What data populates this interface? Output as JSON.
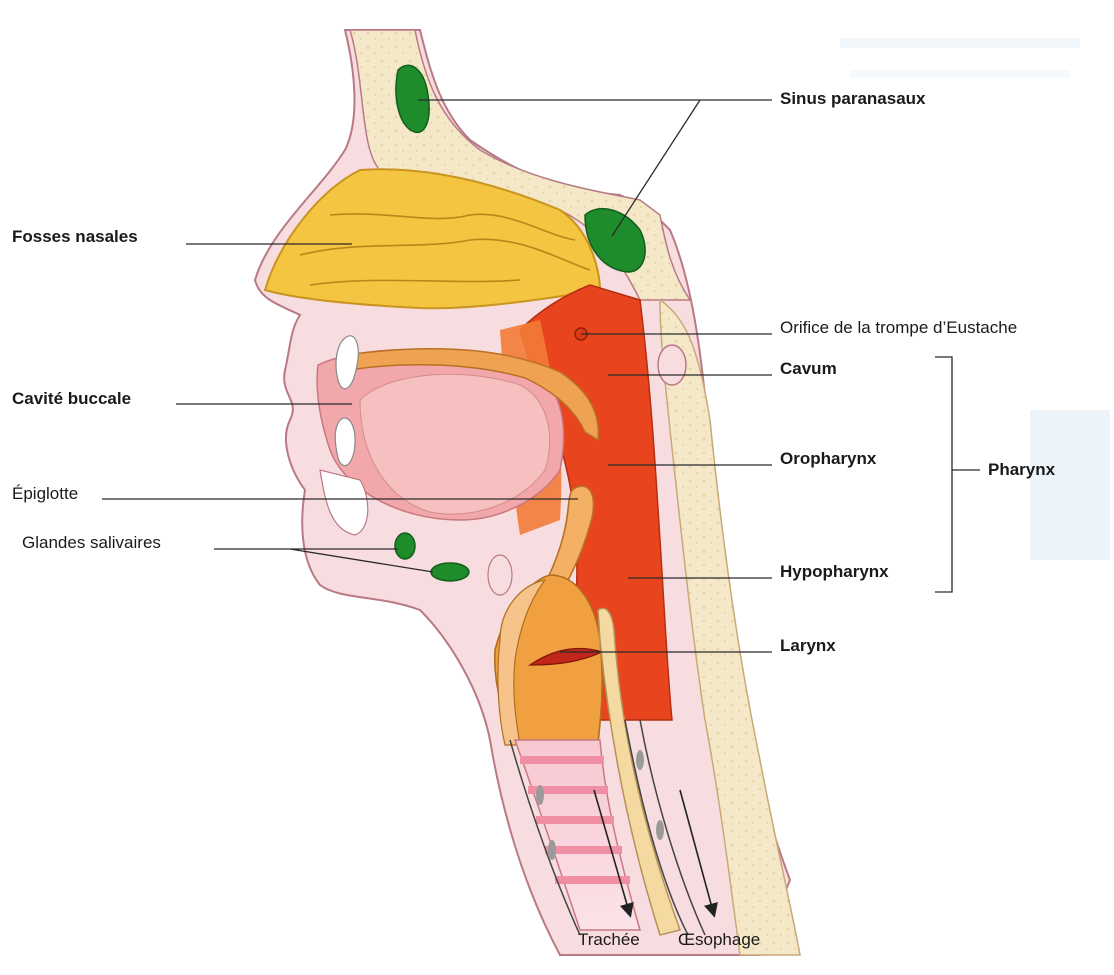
{
  "labels": {
    "sinus": "Sinus paranasaux",
    "fosses": "Fosses nasales",
    "orifice": "Orifice de la trompe d’Eustache",
    "cavum": "Cavum",
    "cavite": "Cavité buccale",
    "oropharynx": "Oropharynx",
    "pharynx": "Pharynx",
    "epiglotte": "Épiglotte",
    "glandes": "Glandes salivaires",
    "hypopharynx": "Hypopharynx",
    "larynx": "Larynx",
    "trachee": "Trachée",
    "oesophage": "Œsophage"
  },
  "colors": {
    "nasal_yellow": "#f3c540",
    "sinus_green": "#1e8c2a",
    "pharynx_red": "#e8451e",
    "oral_pink": "#f2a7ab",
    "skin": "#f8dde0",
    "bone_cream": "#f4e8c8",
    "trachea_pink": "#f1a0b0",
    "larynx_orange": "#f0a040"
  }
}
